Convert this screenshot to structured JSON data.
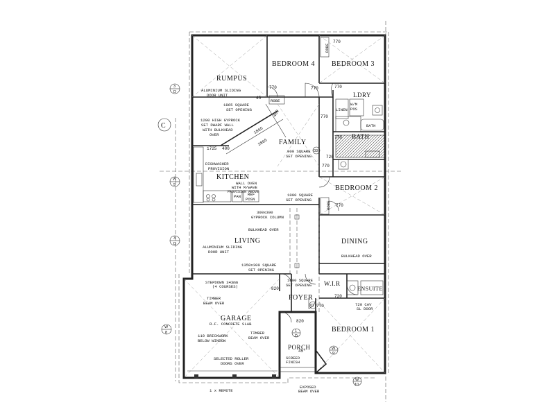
{
  "rooms": {
    "rumpus": "RUMPUS",
    "bedroom4": "BEDROOM 4",
    "bedroom3": "BEDROOM 3",
    "ldry": "LDRY",
    "bath": "BATH",
    "family": "FAMILY",
    "kitchen": "KITCHEN",
    "bedroom2": "BEDROOM 2",
    "living": "LIVING",
    "dining": "DINING",
    "wir": "W.I.R",
    "ensuite": "ENSUITE",
    "foyer": "FOYER",
    "garage": "GARAGE",
    "porch": "PORCH",
    "bedroom1": "BEDROOM 1"
  },
  "notes": {
    "rumpus_door_1": "ALUMINIUM SLIDING",
    "rumpus_door_2": "DOOR UNIT",
    "sq1865_1": "1865 SQUARE",
    "sq1865_2": "SET OPENING",
    "gyprock_1": "1200 HIGH GYPROCK",
    "gyprock_2": "SET DWARF WALL",
    "gyprock_3": "WITH BULKHEAD",
    "gyprock_4": "OVER",
    "robe_a": "ROBE",
    "robe_b": "ROBE",
    "robe_c": "ROBE",
    "linen": "LINEN",
    "wm": "W/M",
    "pos": "POS",
    "bath_small": "BATH",
    "sq900_1": "900 SQUARE",
    "sq900_2": "SET OPENING",
    "dish_1": "DISHWASHER",
    "dish_2": "PROVISION",
    "oven_1": "WALL OVEN",
    "oven_2": "WITH M/WAVE",
    "oven_3": "PROVISION ABOVE",
    "pan": "PAN",
    "ref_1": "REF",
    "ref_2": "POSN",
    "sq1000a_1": "1000 SQUARE",
    "sq1000a_2": "SET OPENING",
    "col_1": "300x300",
    "col_2": "GYPROCK COLUMN",
    "bulkhead_living": "BULKHEAD OVER",
    "living_door_1": "ALUMINIUM SLIDING",
    "living_door_2": "DOOR UNIT",
    "sq1350_1": "1350x300 SQUARE",
    "sq1350_2": "SET OPENING",
    "bulkhead_dining": "BULKHEAD OVER",
    "stepdown_1": "STEPDOWN 343mm",
    "stepdown_2": "(4 COURSES)",
    "sq1000b_1": "1000 SQUARE",
    "sq1000b_2": "SET OPENING",
    "timber1_1": "TIMBER",
    "timber1_2": "BEAM OVER",
    "slab": "R.F. CONCRETE SLAB",
    "brick_1": "110 BRICKWORK",
    "brick_2": "BELOW WINDOW",
    "timber2_1": "TIMBER",
    "timber2_2": "BEAM OVER",
    "roller_1": "SELECTED ROLLER",
    "roller_2": "DOORS OVER",
    "screed_1": "SCREED",
    "screed_2": "FINISH",
    "cav_1": "720 CAV",
    "cav_2": "SL DOOR",
    "exposed_1": "EXPOSED",
    "exposed_2": "BEAM OVER",
    "remote": "1 x REMOTE"
  },
  "dims": {
    "d770a": "770",
    "d770b": "770",
    "d770c": "770",
    "d770d": "770",
    "d770e": "770",
    "d770f": "770",
    "d770g": "770",
    "d770h": "770",
    "d770i": "770",
    "d720a": "720",
    "d720b": "720",
    "d820a": "820",
    "d820b": "820",
    "d1725": "1725",
    "d400a": "400",
    "d400b": "400",
    "d1865": "1865",
    "d2865": "2865",
    "d45a": "45",
    "d45b": "45°"
  },
  "markers": {
    "m_left_top_t": "3",
    "m_left_top_b": "D",
    "m_left_mid_t": "W",
    "m_left_mid_b": "5",
    "m_left_low_t": "3",
    "m_left_low_b": "D",
    "m_left_bot_t": "W",
    "m_left_bot_b": "8",
    "m_c": "C",
    "m_porch_t": "1",
    "m_porch_b": "D",
    "m_bed1_t": "W",
    "m_bed1_b": "9",
    "m_bed1b_t": "W",
    "m_bed1b_b": "10",
    "m_03": "03",
    "m_02": "02"
  }
}
